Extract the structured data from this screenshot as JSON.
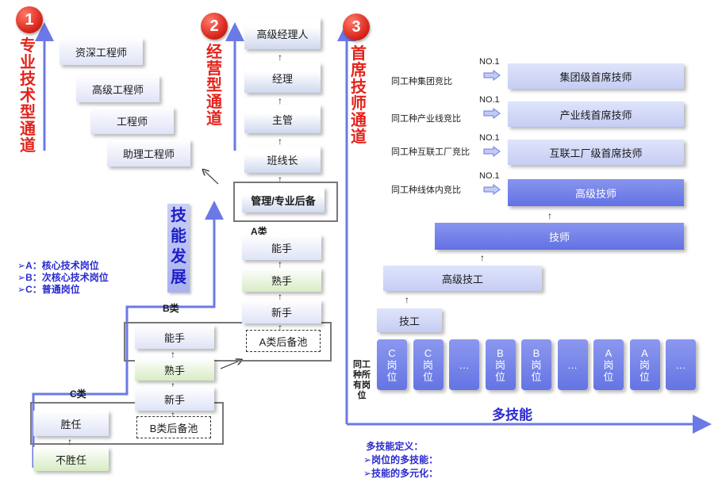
{
  "channels": {
    "professional": {
      "number": "1",
      "title": "专业技术型通道",
      "levels": [
        "资深工程师",
        "高级工程师",
        "工程师",
        "助理工程师"
      ]
    },
    "management": {
      "number": "2",
      "title": "经营型通道",
      "levels": [
        "高级经理人",
        "经理",
        "主管",
        "班线长",
        "管理/专业后备"
      ]
    },
    "chief_technician": {
      "number": "3",
      "title": "首席技师通道",
      "levels": [
        "集团级首席技师",
        "产业线首席技师",
        "互联工厂级首席技师",
        "高级技师"
      ],
      "comparisons": [
        "同工种集团竞比",
        "同工种产业线竞比",
        "同工种互联工厂竞比",
        "同工种线体内竞比"
      ],
      "rank_label": "NO.1",
      "ladder": [
        "技师",
        "高级技工",
        "技工"
      ]
    }
  },
  "skill_development": {
    "label": "技能发展",
    "legend": [
      "A：核心技术岗位",
      "B：次核心技术岗位",
      "C：普通岗位"
    ],
    "class_a": {
      "label": "A类",
      "levels": [
        "能手",
        "熟手",
        "新手"
      ],
      "pool": "A类后备池"
    },
    "class_b": {
      "label": "B类",
      "levels": [
        "能手",
        "熟手",
        "新手"
      ],
      "pool": "B类后备池"
    },
    "class_c": {
      "label": "C类",
      "levels": [
        "胜任",
        "不胜任"
      ]
    }
  },
  "positions": {
    "row_label": "同工种所有岗位",
    "cells": [
      {
        "letter": "C",
        "text": "岗位"
      },
      {
        "letter": "C",
        "text": "岗位"
      },
      {
        "letter": "",
        "text": "…"
      },
      {
        "letter": "B",
        "text": "岗位"
      },
      {
        "letter": "B",
        "text": "岗位"
      },
      {
        "letter": "",
        "text": "…"
      },
      {
        "letter": "A",
        "text": "岗位"
      },
      {
        "letter": "A",
        "text": "岗位"
      },
      {
        "letter": "",
        "text": "…"
      }
    ],
    "axis_label": "多技能"
  },
  "definition": {
    "title": "多技能定义：",
    "items": [
      "岗位的多技能：",
      "技能的多元化："
    ]
  },
  "arrow_glyph": "↑",
  "colors": {
    "accent_red": "#e3231b",
    "axis_blue": "#6b79e6",
    "legend_blue": "#2a2ad0"
  }
}
